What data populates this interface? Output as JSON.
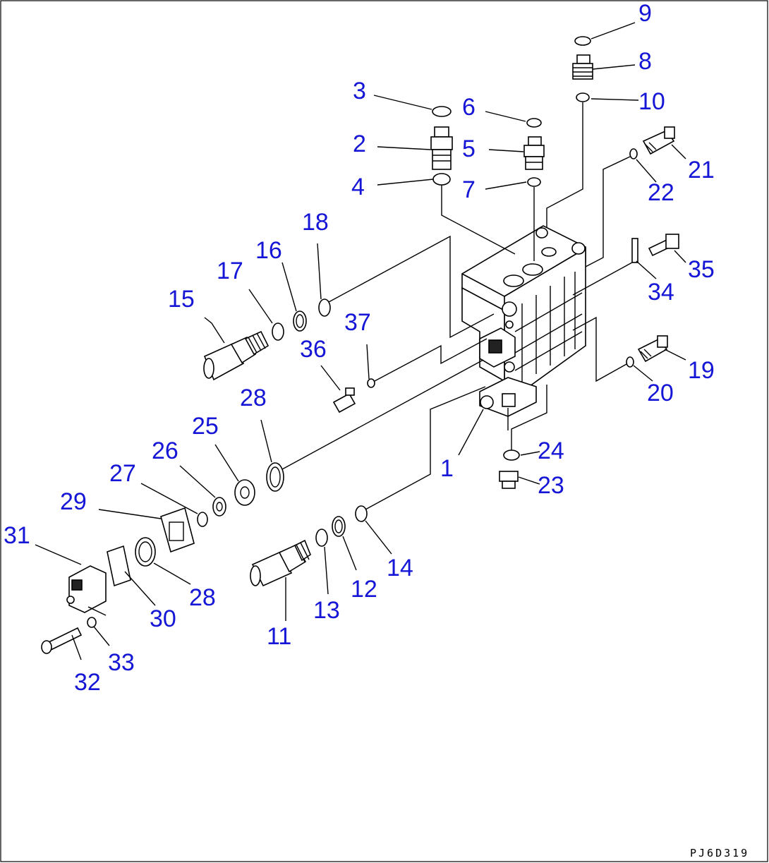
{
  "diagram_code": "PJ6D319",
  "callouts": [
    {
      "id": "c1",
      "label": "1"
    },
    {
      "id": "c2",
      "label": "2"
    },
    {
      "id": "c3",
      "label": "3"
    },
    {
      "id": "c4",
      "label": "4"
    },
    {
      "id": "c5",
      "label": "5"
    },
    {
      "id": "c6",
      "label": "6"
    },
    {
      "id": "c7",
      "label": "7"
    },
    {
      "id": "c8",
      "label": "8"
    },
    {
      "id": "c9",
      "label": "9"
    },
    {
      "id": "c10",
      "label": "10"
    },
    {
      "id": "c11",
      "label": "11"
    },
    {
      "id": "c12",
      "label": "12"
    },
    {
      "id": "c13",
      "label": "13"
    },
    {
      "id": "c14",
      "label": "14"
    },
    {
      "id": "c15",
      "label": "15"
    },
    {
      "id": "c16",
      "label": "16"
    },
    {
      "id": "c17",
      "label": "17"
    },
    {
      "id": "c18",
      "label": "18"
    },
    {
      "id": "c19",
      "label": "19"
    },
    {
      "id": "c20",
      "label": "20"
    },
    {
      "id": "c21",
      "label": "21"
    },
    {
      "id": "c22",
      "label": "22"
    },
    {
      "id": "c23",
      "label": "23"
    },
    {
      "id": "c24",
      "label": "24"
    },
    {
      "id": "c25",
      "label": "25"
    },
    {
      "id": "c26",
      "label": "26"
    },
    {
      "id": "c27",
      "label": "27"
    },
    {
      "id": "c28a",
      "label": "28"
    },
    {
      "id": "c28b",
      "label": "28"
    },
    {
      "id": "c29",
      "label": "29"
    },
    {
      "id": "c30",
      "label": "30"
    },
    {
      "id": "c31",
      "label": "31"
    },
    {
      "id": "c32",
      "label": "32"
    },
    {
      "id": "c33",
      "label": "33"
    },
    {
      "id": "c34",
      "label": "34"
    },
    {
      "id": "c35",
      "label": "35"
    },
    {
      "id": "c36",
      "label": "36"
    },
    {
      "id": "c37",
      "label": "37"
    }
  ]
}
